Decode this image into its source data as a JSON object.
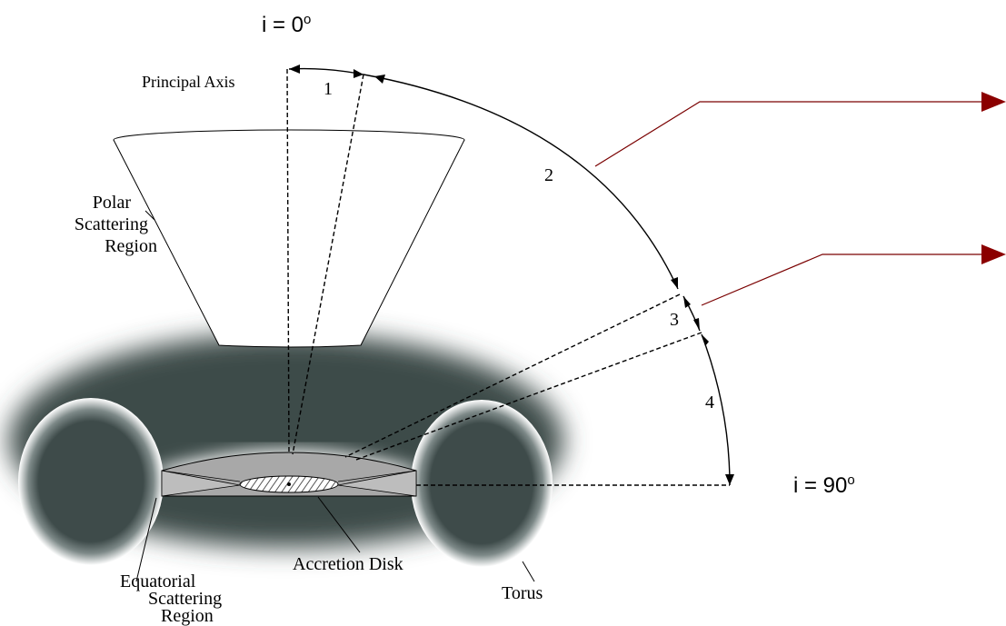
{
  "labels": {
    "incl_top_prefix": "i = 0",
    "incl_top_unit": "o",
    "incl_right_prefix": "i = 90",
    "incl_right_unit": "o",
    "principal_axis": "Principal Axis",
    "polar": [
      "Polar",
      "Scattering",
      "Region"
    ],
    "equatorial": [
      "Equatorial",
      "Scattering",
      "Region"
    ],
    "accretion_disk": "Accretion Disk",
    "torus": "Torus",
    "zone_1": "1",
    "zone_2": "2",
    "zone_3": "3",
    "zone_4": "4"
  },
  "colors": {
    "torus": "#3e4b4a",
    "disk": "#a8a8a8",
    "pointer_line": "#7a0000",
    "pointer_arrow": "#8b0000",
    "ink": "#000000"
  }
}
